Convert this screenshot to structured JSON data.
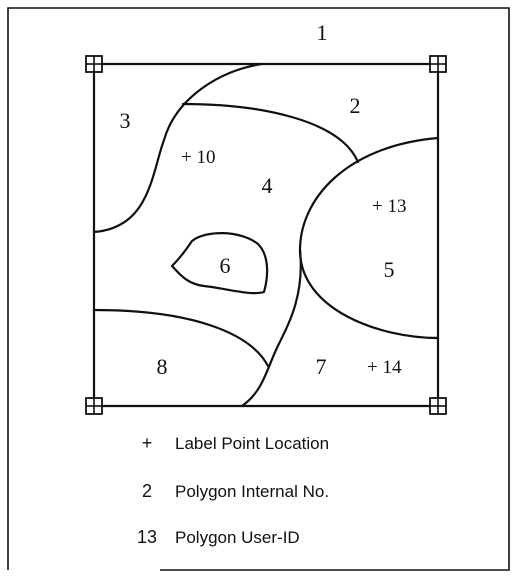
{
  "polygons": {
    "internal_numbers": [
      "1",
      "2",
      "3",
      "4",
      "5",
      "6",
      "7",
      "8"
    ]
  },
  "label_points": [
    "+ 10",
    "+ 13",
    "+ 14"
  ],
  "legend": [
    {
      "symbol": "+",
      "text": "Label Point Location"
    },
    {
      "symbol": "2",
      "text": "Polygon Internal No."
    },
    {
      "symbol": "13",
      "text": "Polygon User-ID"
    }
  ]
}
